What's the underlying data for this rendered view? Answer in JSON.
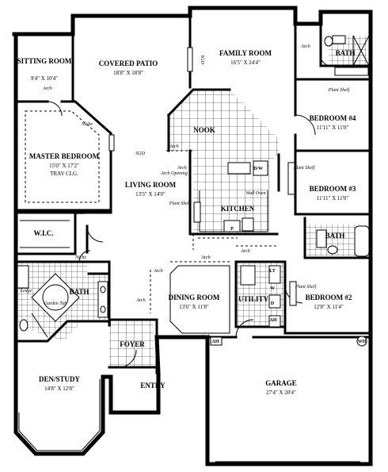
{
  "rooms": [
    {
      "key": "sitting",
      "name": "SITTING ROOM",
      "dim": "9'4\" X 10'4\""
    },
    {
      "key": "patio",
      "name": "COVERED PATIO",
      "dim": "18'8\" X 18'8\""
    },
    {
      "key": "family",
      "name": "FAMILY ROOM",
      "dim": "16'5\" X 24'4\""
    },
    {
      "key": "master",
      "name": "MASTER BEDROOM",
      "dim": "15'0\" X 17'2\"",
      "dim2": "TRAY CLG."
    },
    {
      "key": "living",
      "name": "LIVING ROOM",
      "dim": "13'5\" X 14'0\""
    },
    {
      "key": "nook",
      "name": "NOOK"
    },
    {
      "key": "kitchen",
      "name": "KITCHEN"
    },
    {
      "key": "bed4",
      "name": "BEDROOM #4",
      "dim": "11'11\" X 11'0\""
    },
    {
      "key": "bed3",
      "name": "BEDROOM #3",
      "dim": "11'11\" X 11'0\""
    },
    {
      "key": "bed2",
      "name": "BEDROOM #2",
      "dim": "12'8\" X 11'4\""
    },
    {
      "key": "wic",
      "name": "W.I.C."
    },
    {
      "key": "mbath",
      "name": "BATH"
    },
    {
      "key": "bath1",
      "name": "BATH"
    },
    {
      "key": "bath2",
      "name": "BATH"
    },
    {
      "key": "dining",
      "name": "DINING ROOM",
      "dim": "13'6\" X 11'8\""
    },
    {
      "key": "utility",
      "name": "UTILITY"
    },
    {
      "key": "foyer",
      "name": "FOYER"
    },
    {
      "key": "den",
      "name": "DEN/STUDY",
      "dim": "14'8\" X 12'8\""
    },
    {
      "key": "entry",
      "name": "ENTRY"
    },
    {
      "key": "garage",
      "name": "GARAGE",
      "dim": "27'4\" X 20'4\""
    }
  ],
  "notes": {
    "arch": "Arch",
    "sgd": "SGD",
    "plant_shelf": "Plant Shelf",
    "arch_opening": "Arch Opening",
    "niche": "Niche",
    "wall_oven": "Wall Oven",
    "dw": "D/W",
    "garden_tub": "Garden Tub",
    "ledge": "Ledge",
    "ah": "AH",
    "wh": "WH",
    "lt": "LT",
    "w": "W",
    "d": "D",
    "p": "P"
  }
}
